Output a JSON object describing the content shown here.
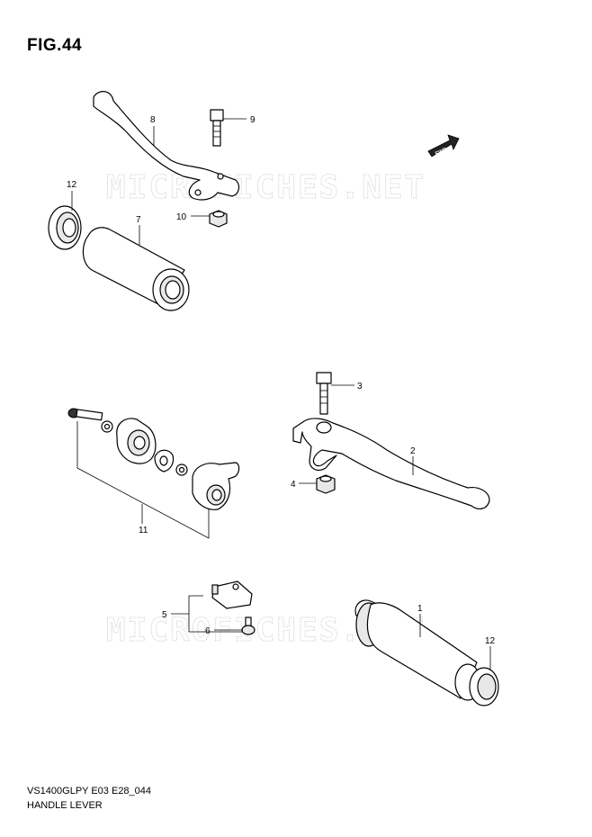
{
  "figure": {
    "title": "FIG.44",
    "code": "VS1400GLPY E03 E28_044",
    "name": "HANDLE LEVER"
  },
  "watermark": "MICROFICHES.NET",
  "fwd_label": "FWD",
  "callouts": {
    "p1": "1",
    "p2": "2",
    "p3": "3",
    "p4": "4",
    "p5": "5",
    "p6": "6",
    "p7": "7",
    "p8": "8",
    "p9": "9",
    "p10": "10",
    "p11": "11",
    "p12a": "12",
    "p12b": "12"
  }
}
